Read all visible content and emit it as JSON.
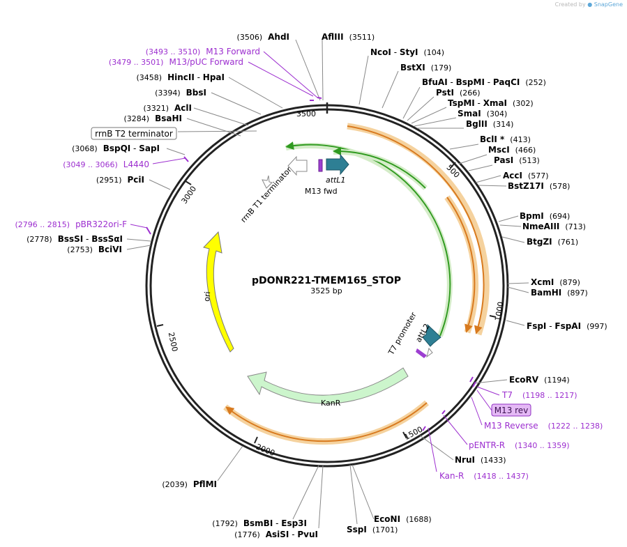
{
  "credit": {
    "prefix": "Created by",
    "brand": "SnapGene"
  },
  "plasmid": {
    "name": "pDONR221-TMEM165_STOP",
    "size_label": "3525 bp",
    "length": 3525
  },
  "ticks": [
    "500",
    "1000",
    "1500",
    "2000",
    "2500",
    "3000",
    "3500"
  ],
  "colors": {
    "enzyme": "#000000",
    "primer": "#9c2ecf",
    "ori": "#ffff00",
    "kanr": "#ccf5cc",
    "orange_band": "#f5d29e",
    "orange_line": "#d87a1f",
    "green_line": "#2f9a1f",
    "att": "#2e7f94",
    "primer_fill": "#9d3fd1"
  },
  "features": {
    "ori": "ori",
    "kanr": "KanR",
    "attL1": "attL1",
    "attL2": "attL2",
    "m13fwd": "M13 fwd",
    "t7prom": "T7 promoter",
    "rrnbt1": "rrnB T1 terminator"
  },
  "enzymes": [
    {
      "id": "ahdi",
      "name": "AhdI",
      "pos": "(3506)"
    },
    {
      "id": "aflIII",
      "name": "AflIII",
      "pos": "(3511)"
    },
    {
      "id": "ncoi",
      "name": "NcoI",
      "name2": "StyI",
      "pos": "(104)"
    },
    {
      "id": "bstxi",
      "name": "BstXI",
      "pos": "(179)"
    },
    {
      "id": "bfuai",
      "name": "BfuAI",
      "name2": "BspMI",
      "name3": "PaqCI",
      "pos": "(252)"
    },
    {
      "id": "psti",
      "name": "PstI",
      "pos": "(266)"
    },
    {
      "id": "tspmi",
      "name": "TspMI",
      "name2": "XmaI",
      "pos": "(302)"
    },
    {
      "id": "smai",
      "name": "SmaI",
      "pos": "(304)"
    },
    {
      "id": "bglii",
      "name": "BglII",
      "pos": "(314)"
    },
    {
      "id": "bcli",
      "name": "BclI *",
      "pos": "(413)"
    },
    {
      "id": "msci",
      "name": "MscI",
      "pos": "(466)"
    },
    {
      "id": "pasi",
      "name": "PasI",
      "pos": "(513)"
    },
    {
      "id": "acci",
      "name": "AccI",
      "pos": "(577)"
    },
    {
      "id": "bstz17i",
      "name": "BstZ17I",
      "pos": "(578)"
    },
    {
      "id": "bpmi",
      "name": "BpmI",
      "pos": "(694)"
    },
    {
      "id": "nmeaiii",
      "name": "NmeAIII",
      "pos": "(713)"
    },
    {
      "id": "btgzi",
      "name": "BtgZI",
      "pos": "(761)"
    },
    {
      "id": "xcmi",
      "name": "XcmI",
      "pos": "(879)"
    },
    {
      "id": "bamhi",
      "name": "BamHI",
      "pos": "(897)"
    },
    {
      "id": "fspi",
      "name": "FspI",
      "name2": "FspAI",
      "pos": "(997)"
    },
    {
      "id": "ecorv",
      "name": "EcoRV",
      "pos": "(1194)"
    },
    {
      "id": "nrui",
      "name": "NruI",
      "pos": "(1433)"
    },
    {
      "id": "sspi",
      "name": "SspI",
      "pos": "(1701)"
    },
    {
      "id": "econi",
      "name": "EcoNI",
      "pos": "(1688)"
    },
    {
      "id": "asisi",
      "name": "AsiSI",
      "name2": "PvuI",
      "pos": "(1776)"
    },
    {
      "id": "bsmbi",
      "name": "BsmBI",
      "name2": "Esp3I",
      "pos": "(1792)"
    },
    {
      "id": "pflmi",
      "name": "PflMI",
      "pos": "(2039)"
    },
    {
      "id": "bcivi",
      "name": "BciVI",
      "pos": "(2753)"
    },
    {
      "id": "bsssi",
      "name": "BssSI",
      "name2": "BssSαI",
      "pos": "(2778)"
    },
    {
      "id": "pcii",
      "name": "PciI",
      "pos": "(2951)"
    },
    {
      "id": "bspqi",
      "name": "BspQI",
      "name2": "SapI",
      "pos": "(3068)"
    },
    {
      "id": "bsahi",
      "name": "BsaHI",
      "pos": "(3284)"
    },
    {
      "id": "acli",
      "name": "AclI",
      "pos": "(3321)"
    },
    {
      "id": "bbsi",
      "name": "BbsI",
      "pos": "(3394)"
    },
    {
      "id": "hincii",
      "name": "HincII",
      "name2": "HpaI",
      "pos": "(3458)"
    }
  ],
  "primers": [
    {
      "id": "m13f",
      "name": "M13 Forward",
      "range": "(3493 .. 3510)"
    },
    {
      "id": "m13puc",
      "name": "M13/pUC Forward",
      "range": "(3479 .. 3501)"
    },
    {
      "id": "l4440",
      "name": "L4440",
      "range": "(3049 .. 3066)"
    },
    {
      "id": "pbr322",
      "name": "pBR322ori-F",
      "range": "(2796 .. 2815)"
    },
    {
      "id": "t7",
      "name": "T7",
      "range": "(1198 .. 1217)"
    },
    {
      "id": "m13rev",
      "name": "M13 rev"
    },
    {
      "id": "m13r",
      "name": "M13 Reverse",
      "range": "(1222 .. 1238)"
    },
    {
      "id": "pentr",
      "name": "pENTR-R",
      "range": "(1340 .. 1359)"
    },
    {
      "id": "kanr",
      "name": "Kan-R",
      "range": "(1418 .. 1437)"
    }
  ],
  "rrnb_t2_label": "rrnB T2 terminator"
}
